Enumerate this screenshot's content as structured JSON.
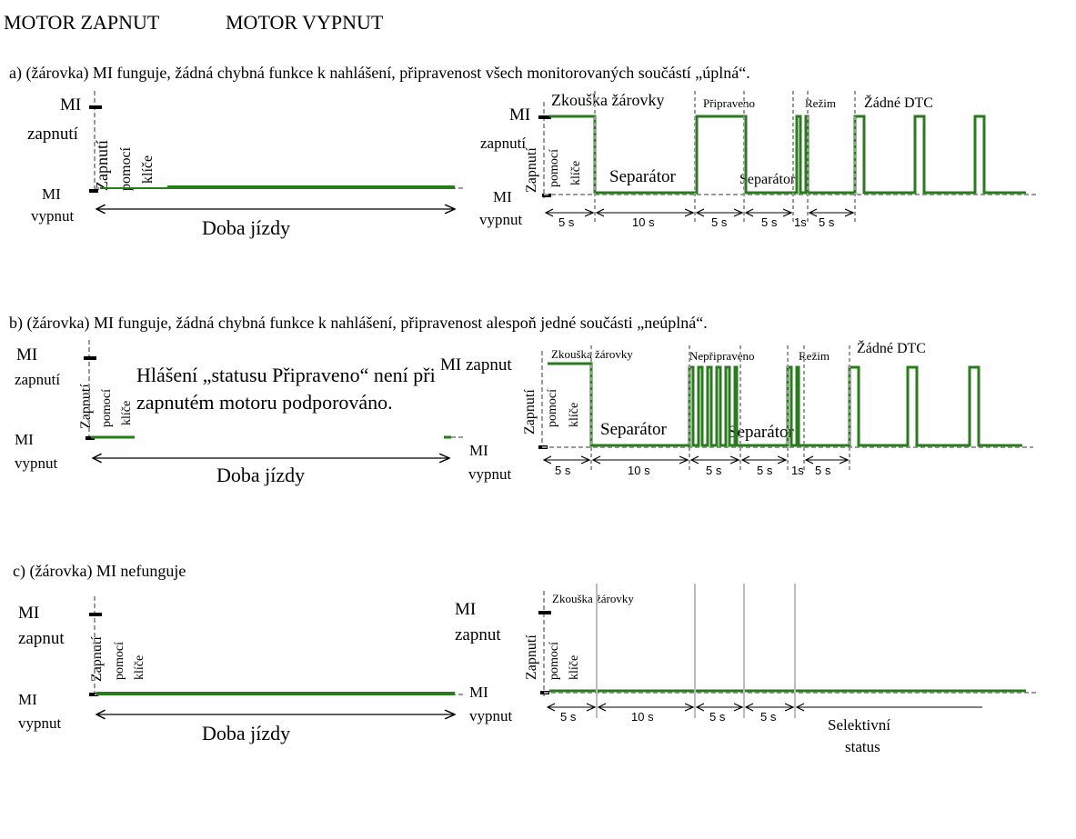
{
  "header": {
    "motor_on": "MOTOR ZAPNUT",
    "motor_off": "MOTOR VYPNUT"
  },
  "sections": {
    "a": {
      "caption": "a) (žárovka) MI funguje, žádná chybná funkce k nahlášení, připravenost všech monitorovaných součástí „úplná“.",
      "left": {
        "mi_on_1": "MI",
        "mi_on_2": "zapnutí",
        "mi_off_1": "MI",
        "mi_off_2": "vypnut",
        "key_1": "Zapnutí",
        "key_2": "pomocí",
        "key_3": "klíče",
        "drive": "Doba jízdy"
      },
      "right": {
        "mi_on_1": "MI",
        "mi_on_2": "zapnutí",
        "mi_off_1": "MI",
        "mi_off_2": "vypnut",
        "key_1": "Zapnutí",
        "key_2": "pomocí",
        "key_3": "klíče",
        "phase_bulb": "Zkouška žárovky",
        "phase_ready": "Připraveno",
        "phase_mode": "Režim",
        "phase_dtc": "Žádné DTC",
        "separator_1": "Separátor",
        "separator_2": "Separátor",
        "t1": "5 s",
        "t2": "10 s",
        "t3": "5 s",
        "t4": "5 s",
        "t5": "1s",
        "t6": "5 s"
      }
    },
    "b": {
      "caption": "b) (žárovka) MI funguje, žádná chybná funkce k nahlášení, připravenost alespoň jedné součásti „neúplná“.",
      "left": {
        "mi_on_1": "MI",
        "mi_on_2": "zapnutí",
        "mi_off_1": "MI",
        "mi_off_2": "vypnut",
        "key_1": "Zapnutí",
        "key_2": "pomocí",
        "key_3": "klíče",
        "drive": "Doba jízdy",
        "note": "Hlášení „statusu Připraveno“ není při zapnutém motoru podporováno."
      },
      "right": {
        "mi_on": "MI zapnut",
        "mi_off_1": "MI",
        "mi_off_2": "vypnut",
        "key_1": "Zapnutí",
        "key_2": "pomocí",
        "key_3": "klíče",
        "phase_bulb": "Zkouška žárovky",
        "phase_notready": "Nepřipraveno",
        "phase_mode": "Režim",
        "phase_dtc": "Žádné DTC",
        "separator_1": "Separátor",
        "separator_2": "Separátor",
        "t1": "5 s",
        "t2": "10 s",
        "t3": "5 s",
        "t4": "5 s",
        "t5": "1s",
        "t6": "5 s"
      }
    },
    "c": {
      "caption": "c) (žárovka) MI nefunguje",
      "left": {
        "mi_on_1": "MI",
        "mi_on_2": "zapnut",
        "mi_off_1": "MI",
        "mi_off_2": "vypnut",
        "key_1": "Zapnutí",
        "key_2": "pomocí",
        "key_3": "klíče",
        "drive": "Doba jízdy"
      },
      "right": {
        "mi_on_1": "MI",
        "mi_on_2": "zapnut",
        "mi_off_1": "MI",
        "mi_off_2": "vypnut",
        "key_1": "Zapnutí",
        "key_2": "pomocí",
        "key_3": "klíče",
        "phase_bulb": "Zkouška žárovky",
        "t1": "5 s",
        "t2": "10 s",
        "t3": "5 s",
        "t4": "5 s",
        "selective_1": "Selektivní",
        "selective_2": "status"
      }
    }
  },
  "colors": {
    "signal": "#2a7a1e",
    "guide": "#9a9a9a",
    "text": "#000000"
  }
}
